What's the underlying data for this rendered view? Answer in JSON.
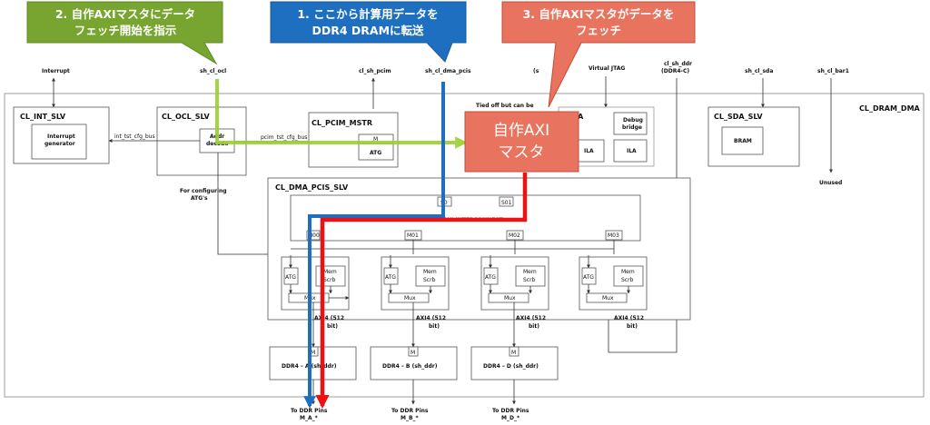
{
  "callouts": {
    "green": {
      "line1": "2. 自作AXIマスタにデータ",
      "line2": "フェッチ開始を指示",
      "color": "#77a52f"
    },
    "blue": {
      "line1": "1. ここから計算用データを",
      "line2": "DDR4 DRAMに転送",
      "color": "#1f6fc0"
    },
    "red": {
      "line1": "3. 自作AXIマスタがデータを",
      "line2": "フェッチ",
      "color": "#e8735f"
    }
  },
  "master": {
    "line1": "自作AXI",
    "line2": "マスタ",
    "color": "#e8735f"
  },
  "signals": {
    "interrupt": "Interrupt",
    "sh_cl_ocl": "sh_cl_ocl",
    "cl_sh_pcim": "cl_sh_pcim",
    "sh_cl_dma_pcis": "sh_cl_dma_pcis",
    "virtual_jtag": "Virtual JTAG",
    "cl_sh_ddr": "cl_sh_ddr",
    "ddr4c": "(DDR4-C)",
    "sh_cl_sda": "sh_cl_sda",
    "sh_cl_bar1": "sh_cl_bar1",
    "partial": "(s"
  },
  "blocks": {
    "cl_dram_dma": "CL_DRAM_DMA",
    "cl_int_slv": "CL_INT_SLV",
    "interrupt_generator_1": "Interrupt",
    "interrupt_generator_2": "generator",
    "cl_ocl_slv": "CL_OCL_SLV",
    "addr_decode_1": "Addr",
    "addr_decode_2": "decode",
    "int_tst_cfg_bus": "int_tst_cfg_bus",
    "pcim_tst_cfg_bus": "pcim_tst_cfg_bus",
    "cl_pcim_mstr": "CL_PCIM_MSTR",
    "pcim_m": "M",
    "pcim_atg": "ATG",
    "tied_off": "Tied off but can be",
    "ila_title": "ILA",
    "debug_bridge_1": "Debug",
    "debug_bridge_2": "bridge",
    "ila_a": "ILA",
    "ila_b": "ILA",
    "cl_sda_slv": "CL_SDA_SLV",
    "bram": "BRAM",
    "unused": "Unused",
    "for_configuring_1": "For configuring",
    "for_configuring_2": "ATG's",
    "cl_dma_pcis_slv": "CL_DMA_PCIS_SLV",
    "axi_interconnect": "AXI INTERCONNECT",
    "s00": "S0",
    "s01": "S01",
    "m00": "M00",
    "m01": "M01",
    "m02": "M02",
    "m03": "M03"
  },
  "lanes": [
    {
      "atg": "ATG",
      "mem1": "Mem",
      "mem2": "Scrb",
      "mux": "Mux",
      "axi1": "AXI4 (512",
      "axi2": "bit)"
    },
    {
      "atg": "ATG",
      "mem1": "Mem",
      "mem2": "Scrb",
      "mux": "Mux",
      "axi1": "AXI4 (512",
      "axi2": "bit)"
    },
    {
      "atg": "ATG",
      "mem1": "Mem",
      "mem2": "Scrb",
      "mux": "Mux",
      "axi1": "AXI4 (512",
      "axi2": "bit)"
    },
    {
      "atg": "ATG",
      "mem1": "Mem",
      "mem2": "Scrb",
      "mux": "Mux",
      "axi1": "AXI4 (512",
      "axi2": "bit)"
    }
  ],
  "ddr": [
    {
      "m": "M",
      "label": "DDR4 – A (sh_ddr)"
    },
    {
      "m": "M",
      "label": "DDR4 – B (sh_ddr)"
    },
    {
      "m": "M",
      "label": "DDR4 – D (sh_ddr)"
    }
  ],
  "pins": [
    {
      "l1": "To DDR Pins",
      "l2": "M_A_*"
    },
    {
      "l1": "To DDR Pins",
      "l2": "M_B_*"
    },
    {
      "l1": "To DDR Pins",
      "l2": "M_D_*"
    }
  ],
  "arrows": {
    "green": "#9ad02e",
    "blue": "#1f6fc0",
    "red": "#ee1111"
  }
}
